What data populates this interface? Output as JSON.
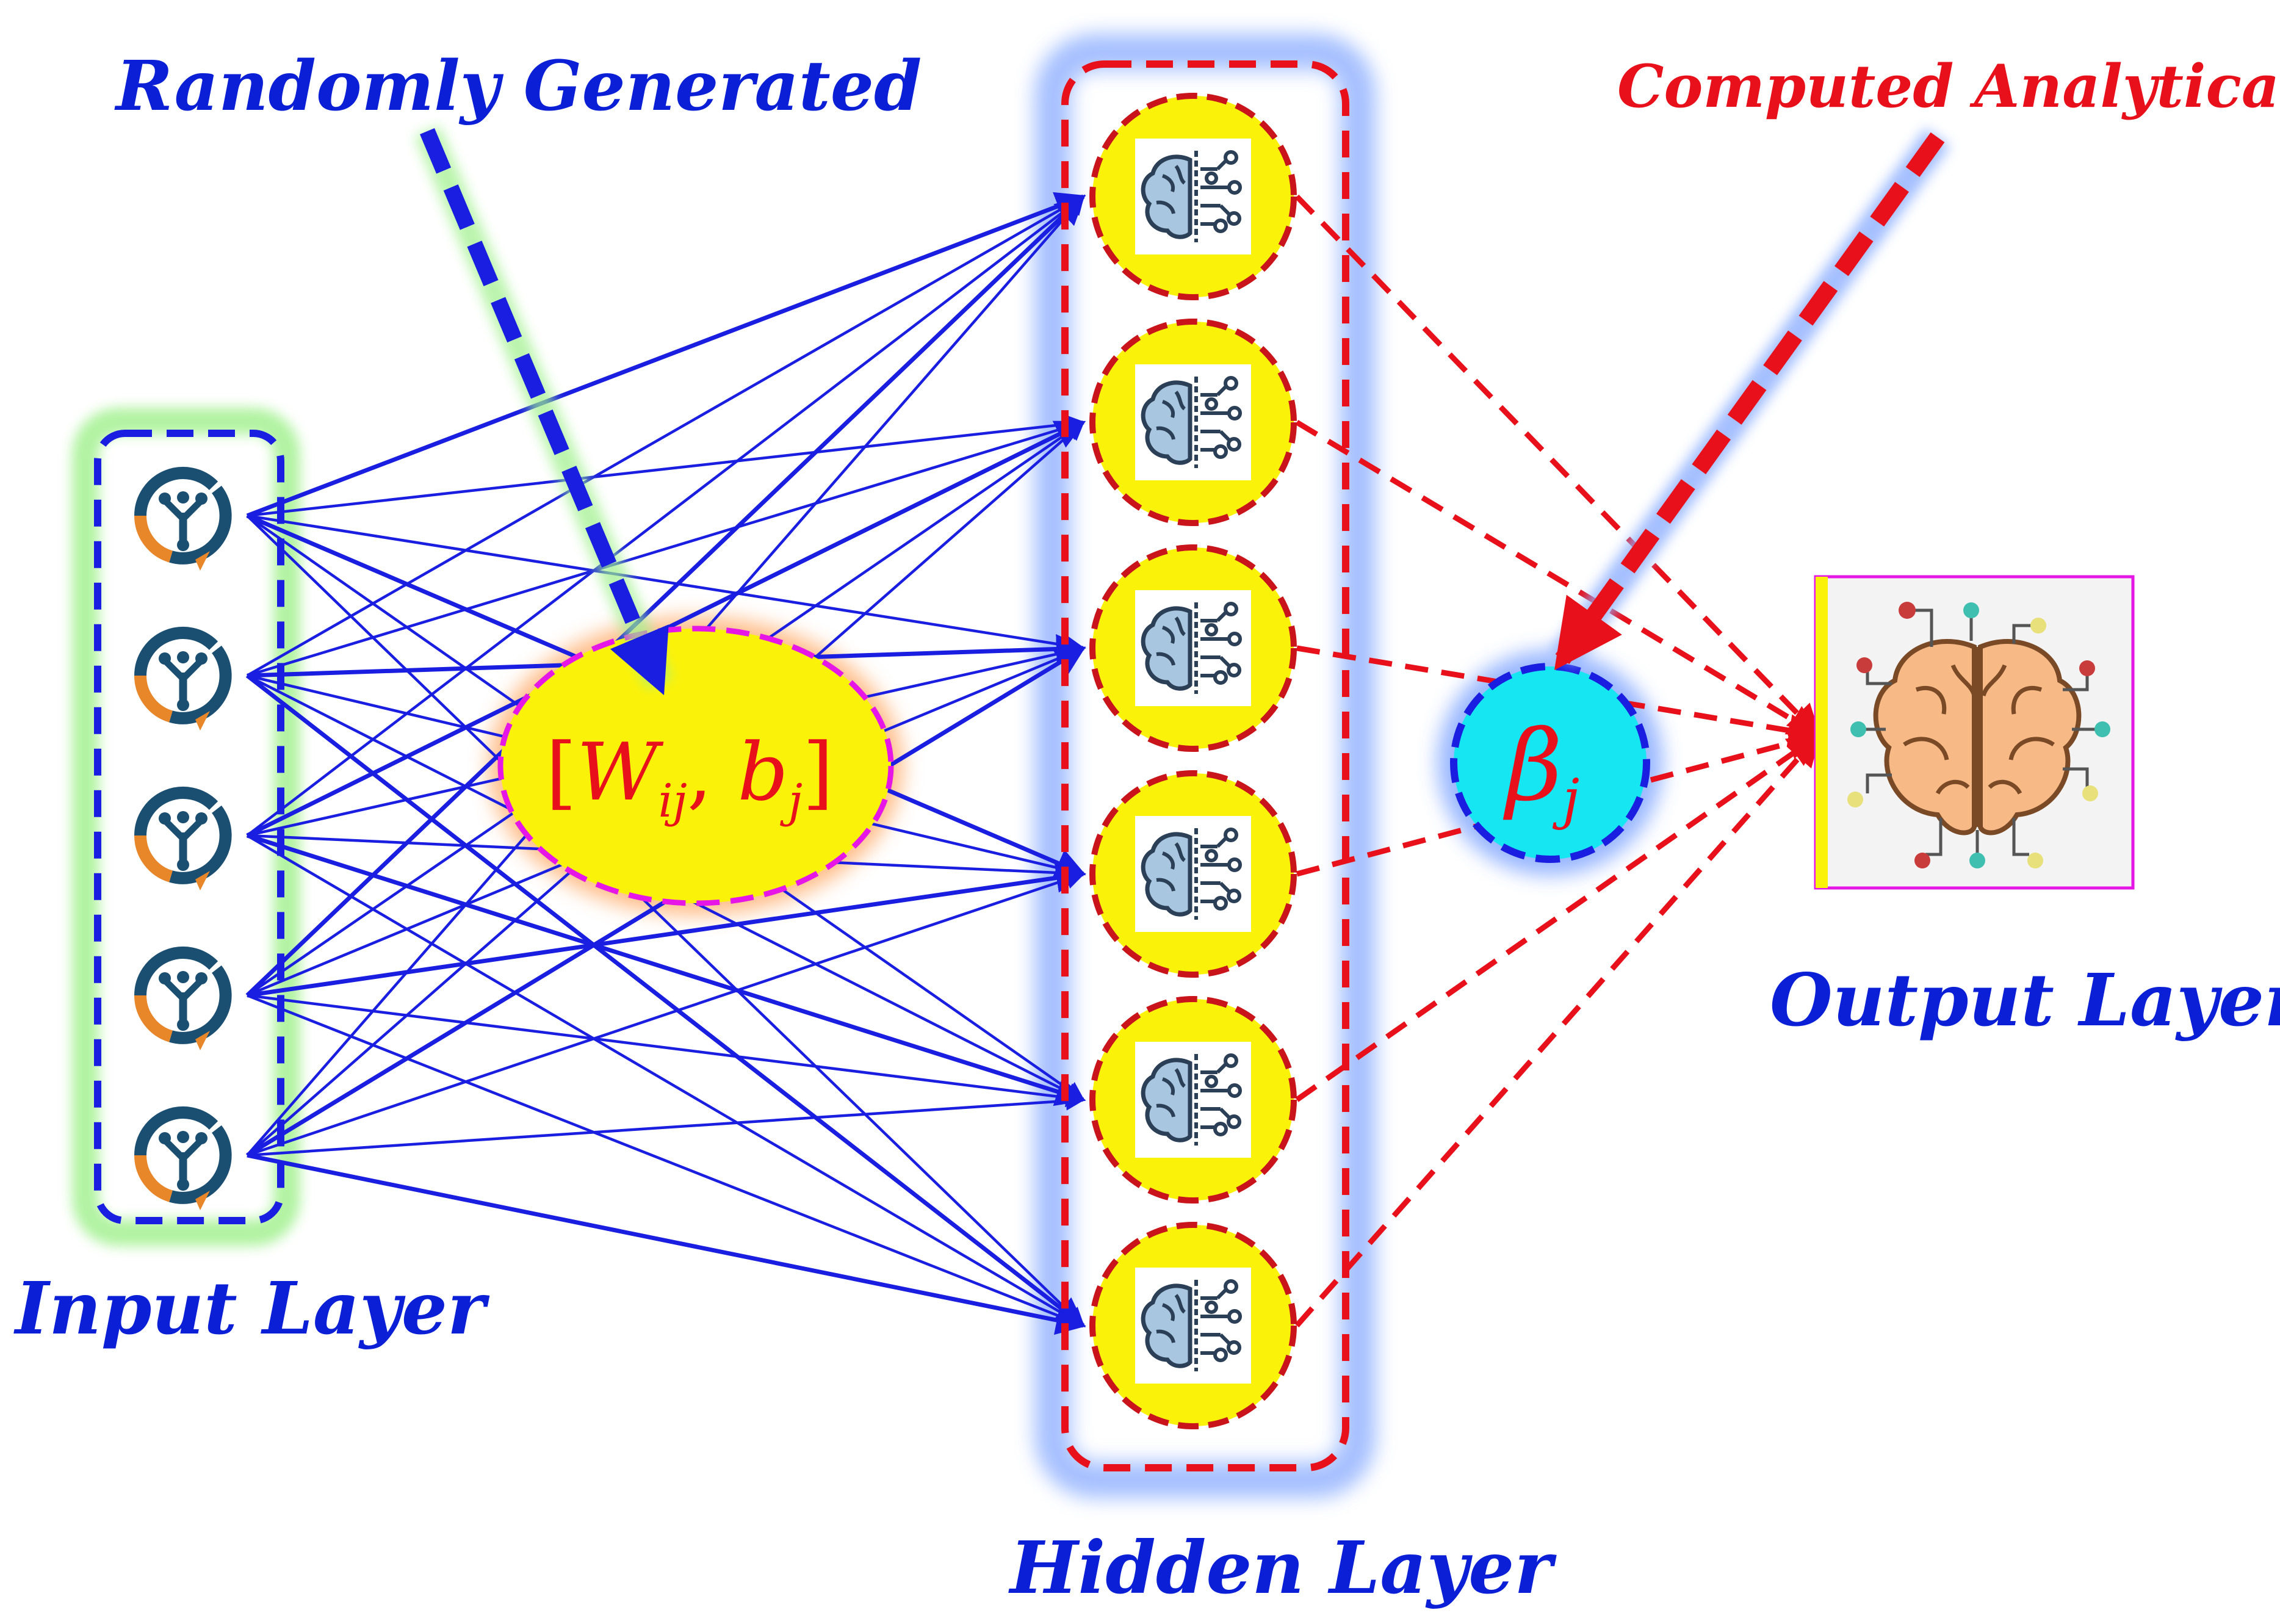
{
  "labels": {
    "randomly_generated": "Randomly Generated",
    "computed_analytically": "Computed Analytically",
    "input_layer": "Input Layer",
    "hidden_layer": "Hidden Layer",
    "output_layer": "Output Layer"
  },
  "weights_node": {
    "text_open": "[",
    "w": "W",
    "w_sub": "ij",
    "comma": ", ",
    "b": "b",
    "b_sub": "j",
    "text_close": "]"
  },
  "beta_node": {
    "symbol": "β",
    "sub": "j"
  },
  "network": {
    "input_count": 5,
    "hidden_count": 6
  },
  "icons": {
    "input_node": "circuit-cycle-icon",
    "hidden_node": "brain-circuit-icon",
    "output_node": "brain-network-icon"
  },
  "colors": {
    "blue_text": "#0a1fd6",
    "red_text": "#e8101a",
    "blue_edge": "#1a1ee0",
    "red_edge": "#e8101a",
    "node_yellow": "#fbf20a",
    "beta_cyan": "#16e6f2",
    "magenta": "#e617e6",
    "glow_blue": "#8fb0ff",
    "glow_green": "#9ef08a",
    "glow_orange": "#ffae6e"
  }
}
